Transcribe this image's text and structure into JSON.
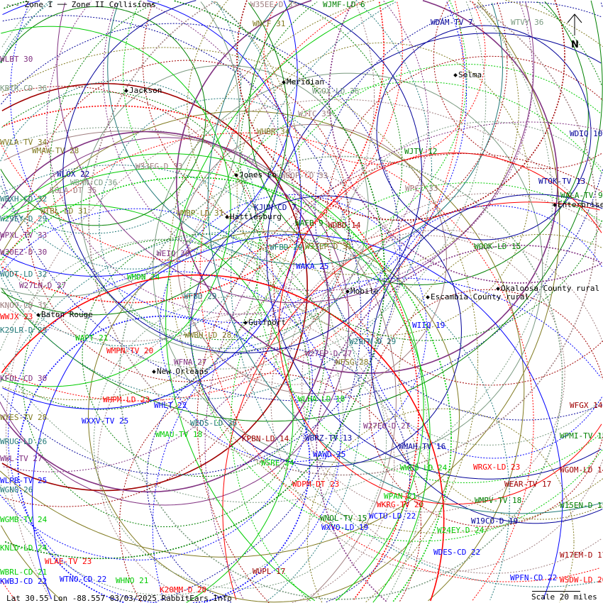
{
  "legend": "--- Zone I ── Zone II Collisions",
  "footer": "Lat 30.55 Lon -88.557 03/03/2025 RabbitEars.Info",
  "scale": "Scale 20 miles",
  "north": "N",
  "colors": {
    "blue": "#0000ff",
    "navy": "#000099",
    "green": "#00cc00",
    "dkgreen": "#008000",
    "red": "#ff0000",
    "dkred": "#a00000",
    "olive": "#807a20",
    "purple": "#803080",
    "teal": "#207878",
    "sage": "#7a9a80",
    "rosy": "#a07f80"
  },
  "cities": [
    "Jackson",
    "Meridian",
    "Selma",
    "Jones Co",
    "Hattiesburg",
    "Enterprise",
    "Mobile",
    "Okaloosa County rural",
    "Escambia County rural",
    "Baton Rouge",
    "Gulfport",
    "New Orleans"
  ],
  "stations": [
    {
      "label": "W35EE-D 35",
      "color": "rosy"
    },
    {
      "label": "WJMF-LD 6",
      "color": "dkgreen"
    },
    {
      "label": "WDAM-TV 7",
      "color": "navy"
    },
    {
      "label": "WTVY 36",
      "color": "sage"
    },
    {
      "label": "WNCF 31",
      "color": "olive"
    },
    {
      "label": "WLBT 30",
      "color": "purple"
    },
    {
      "label": "KBTR-CD 36",
      "color": "sage"
    },
    {
      "label": "WGOX-LD 36",
      "color": "sage"
    },
    {
      "label": "WJTC 35",
      "color": "rosy"
    },
    {
      "label": "WHBR 34",
      "color": "olive"
    },
    {
      "label": "WDIQ 10",
      "color": "navy"
    },
    {
      "label": "WVLA-TV 34",
      "color": "olive"
    },
    {
      "label": "WMAW-TV 28",
      "color": "olive"
    },
    {
      "label": "WJTV 12",
      "color": "dkgreen"
    },
    {
      "label": "W33EG-D 33",
      "color": "rosy"
    },
    {
      "label": "WBQP-CD 33",
      "color": "rosy"
    },
    {
      "label": "WLOX 22",
      "color": "navy"
    },
    {
      "label": "WBXN-CD 36",
      "color": "sage"
    },
    {
      "label": "WTOK-TV 13",
      "color": "navy"
    },
    {
      "label": "KGLA-DT 35",
      "color": "rosy"
    },
    {
      "label": "WPCT 33",
      "color": "rosy"
    },
    {
      "label": "WBXH-CD 32",
      "color": "teal"
    },
    {
      "label": "WALA-TV 9",
      "color": "dkgreen"
    },
    {
      "label": "KJUN-CD 7",
      "color": "navy"
    },
    {
      "label": "WTBL-LD 31",
      "color": "olive"
    },
    {
      "label": "WMBP-LD 31",
      "color": "olive"
    },
    {
      "label": "W29EY-D 29",
      "color": "teal"
    },
    {
      "label": "WAFB 9",
      "color": "dkgreen"
    },
    {
      "label": "WDBD 14",
      "color": "dkred"
    },
    {
      "label": "WPXL-TV 33",
      "color": "purple"
    },
    {
      "label": "W31EP-D 31",
      "color": "olive"
    },
    {
      "label": "WFBD 29",
      "color": "teal"
    },
    {
      "label": "WOOK-LD 15",
      "color": "dkgreen"
    },
    {
      "label": "W30EZ-D 30",
      "color": "purple"
    },
    {
      "label": "WEIQ 30",
      "color": "purple"
    },
    {
      "label": "WAKA 25",
      "color": "blue"
    },
    {
      "label": "WQDT-LD 32",
      "color": "teal"
    },
    {
      "label": "W27LN-D 27",
      "color": "purple"
    },
    {
      "label": "WMDN 24",
      "color": "green"
    },
    {
      "label": "WFBD 29",
      "color": "teal"
    },
    {
      "label": "KNOV-CD 31",
      "color": "rosy"
    },
    {
      "label": "WWJX 23",
      "color": "red"
    },
    {
      "label": "K29LR-D 29",
      "color": "teal"
    },
    {
      "label": "WIIQ 19",
      "color": "blue"
    },
    {
      "label": "WAPT 21",
      "color": "green"
    },
    {
      "label": "WWBH-LD 28",
      "color": "olive"
    },
    {
      "label": "W29FN-D 29",
      "color": "teal"
    },
    {
      "label": "WMPN-TV 20",
      "color": "red"
    },
    {
      "label": "W27EP-D 27",
      "color": "purple"
    },
    {
      "label": "WFNA 27",
      "color": "purple"
    },
    {
      "label": "WFSG 28",
      "color": "olive"
    },
    {
      "label": "KFOL-CD 30",
      "color": "purple"
    },
    {
      "label": "WHPM-LD 23",
      "color": "red"
    },
    {
      "label": "WLHA-LD 18",
      "color": "green"
    },
    {
      "label": "WHLT 22",
      "color": "blue"
    },
    {
      "label": "WFGX 14",
      "color": "dkred"
    },
    {
      "label": "WYES-TV 28",
      "color": "olive"
    },
    {
      "label": "WXXV-TV 25",
      "color": "blue"
    },
    {
      "label": "WEDS-LD 26",
      "color": "teal"
    },
    {
      "label": "W27EO-D 27",
      "color": "purple"
    },
    {
      "label": "WMAU-TV 18",
      "color": "green"
    },
    {
      "label": "WPMI-TV 15",
      "color": "dkgreen"
    },
    {
      "label": "WRUG-LD 26",
      "color": "teal"
    },
    {
      "label": "KPBN-LD 14",
      "color": "dkred"
    },
    {
      "label": "WBRZ-TV 13",
      "color": "navy"
    },
    {
      "label": "WMAH-TV 16",
      "color": "navy"
    },
    {
      "label": "WAWD 25",
      "color": "blue"
    },
    {
      "label": "WWL-TV 27",
      "color": "purple"
    },
    {
      "label": "WSRE 24",
      "color": "green"
    },
    {
      "label": "WWEO-LD 24",
      "color": "green"
    },
    {
      "label": "WRGX-LD 23",
      "color": "red"
    },
    {
      "label": "WGOM-LD 14",
      "color": "dkred"
    },
    {
      "label": "WLPB-TV 25",
      "color": "blue"
    },
    {
      "label": "WGNO 26",
      "color": "teal"
    },
    {
      "label": "WDPM-DT 23",
      "color": "red"
    },
    {
      "label": "WEAR-TV 17",
      "color": "dkred"
    },
    {
      "label": "WPAN 21",
      "color": "green"
    },
    {
      "label": "WMPV-TV 18",
      "color": "dkgreen"
    },
    {
      "label": "WKRG-TV 20",
      "color": "red"
    },
    {
      "label": "W15EN-D 15",
      "color": "dkgreen"
    },
    {
      "label": "WNOL-TV 15",
      "color": "dkgreen"
    },
    {
      "label": "WGMB-TV 24",
      "color": "green"
    },
    {
      "label": "WCTU-LD 22",
      "color": "blue"
    },
    {
      "label": "W19CO-D 19",
      "color": "navy"
    },
    {
      "label": "WXVO-LD 19",
      "color": "blue"
    },
    {
      "label": "W24EY-D 24",
      "color": "green"
    },
    {
      "label": "KNLD-LD 24",
      "color": "green"
    },
    {
      "label": "WDES-CD 22",
      "color": "blue"
    },
    {
      "label": "W17EM-D 17",
      "color": "dkred"
    },
    {
      "label": "WLAE-TV 23",
      "color": "red"
    },
    {
      "label": "WBRL-CD 21",
      "color": "green"
    },
    {
      "label": "WTNO-CD 22",
      "color": "blue"
    },
    {
      "label": "WUPL 17",
      "color": "dkred"
    },
    {
      "label": "WPFN-CD 22",
      "color": "blue"
    },
    {
      "label": "WHNO 21",
      "color": "green"
    },
    {
      "label": "WSDW-LD 20",
      "color": "red"
    },
    {
      "label": "KWBJ-CD 22",
      "color": "blue"
    },
    {
      "label": "K20MM-D 20",
      "color": "red"
    }
  ]
}
